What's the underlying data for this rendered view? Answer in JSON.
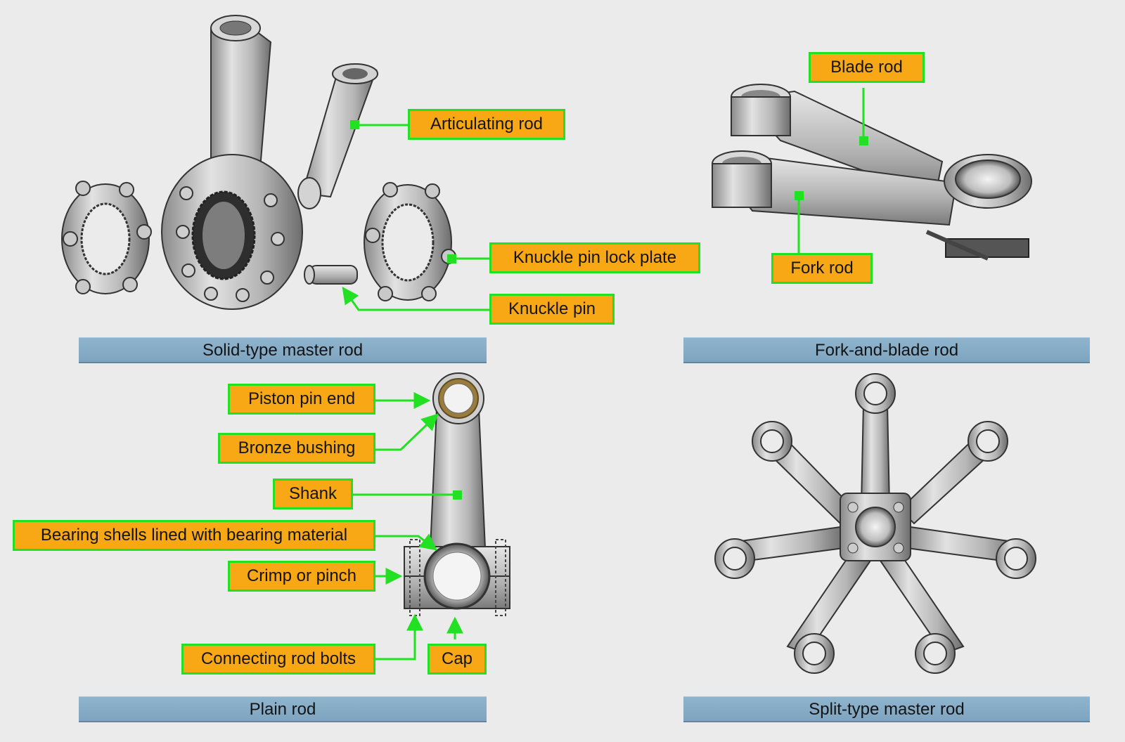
{
  "panels": {
    "solid_master": {
      "caption": "Solid-type master rod"
    },
    "fork_blade": {
      "caption": "Fork-and-blade rod"
    },
    "plain": {
      "caption": "Plain rod"
    },
    "split_master": {
      "caption": "Split-type master rod"
    }
  },
  "labels": {
    "articulating_rod": "Articulating rod",
    "knuckle_pin_lock_plate": "Knuckle pin lock plate",
    "knuckle_pin": "Knuckle pin",
    "blade_rod": "Blade rod",
    "fork_rod": "Fork rod",
    "piston_pin_end": "Piston pin end",
    "bronze_bushing": "Bronze bushing",
    "shank": "Shank",
    "bearing_shells": "Bearing shells lined with bearing material",
    "crimp_or_pinch": "Crimp or pinch",
    "connecting_rod_bolts": "Connecting rod bolts",
    "cap": "Cap"
  },
  "colors": {
    "background": "#ebebeb",
    "callout_fill": "#f7a814",
    "callout_border": "#22e022",
    "leader_line": "#22e022",
    "caption_bar": "#7ea4bf",
    "metal": "#b9b9b9"
  }
}
